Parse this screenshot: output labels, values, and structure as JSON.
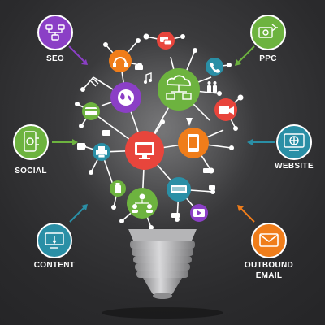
{
  "labels": {
    "seo": "SEO",
    "ppc": "PPC",
    "social": "SOCIAL",
    "website": "WEBSITE",
    "content": "CONTENT",
    "outbound_line1": "OUTBOUND",
    "outbound_line2": "EMAIL"
  },
  "colors": {
    "background": "#2f2f31",
    "seo": "#8b3fc6",
    "ppc": "#6db33f",
    "social": "#6db33f",
    "website": "#2a8fa6",
    "content": "#2a8fa6",
    "outbound": "#f07d1a",
    "red": "#e8453c",
    "green": "#6db33f",
    "purple": "#8b3fc6",
    "orange": "#f07d1a",
    "teal": "#2a8fa6"
  },
  "icons": {
    "seo": "seo-network-icon",
    "ppc": "ppc-money-icon",
    "social": "social-mobile-icon",
    "website": "website-globe-icon",
    "content": "content-pen-icon",
    "outbound": "email-envelope-icon"
  }
}
